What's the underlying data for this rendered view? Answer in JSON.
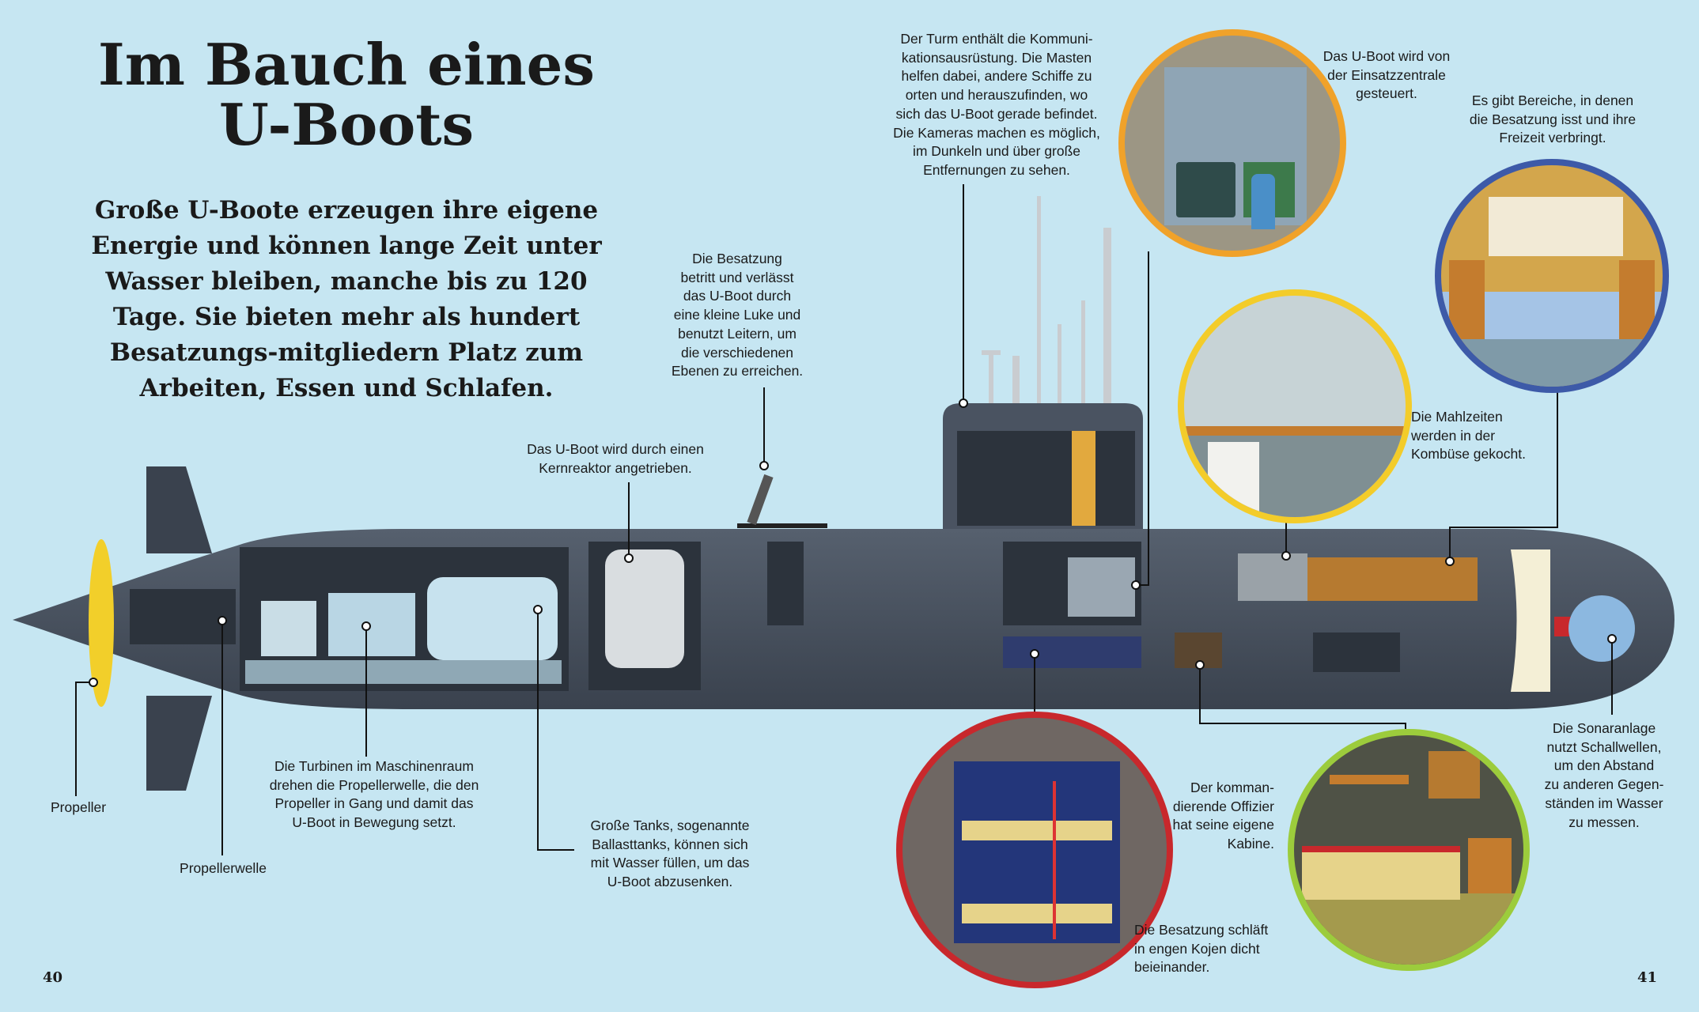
{
  "title": "Im Bauch eines U-Boots",
  "intro": "Große U-Boote erzeugen ihre eigene Energie und können lange Zeit unter Wasser bleiben, manche bis zu 120 Tage. Sie bieten mehr als hundert Besatzungs-mitgliedern Platz zum Arbeiten, Essen und Schlafen.",
  "captions": {
    "turm": "Der Turm enthält die Kommuni-\nkationsausrüstung. Die Masten\nhelfen dabei, andere Schiffe zu\norten und herauszufinden, wo\nsich das U-Boot gerade befindet.\nDie Kameras machen es möglich,\nim Dunkeln und über große\nEntfernungen zu sehen.",
    "einsatzzentrale": "Das U-Boot wird von\nder Einsatzzentrale\ngesteuert.",
    "bereiche": "Es gibt Bereiche, in denen\ndie Besatzung isst und ihre\nFreizeit verbringt.",
    "luke": "Die Besatzung\nbetritt und verlässt\ndas U-Boot durch\neine kleine Luke und\nbenutzt Leitern, um\ndie verschiedenen\nEbenen zu erreichen.",
    "kernreaktor": "Das U-Boot wird durch einen\nKernreaktor angetrieben.",
    "mahlzeiten": "Die Mahlzeiten\nwerden in der\nKombüse gekocht.",
    "propeller": "Propeller",
    "propellerwelle": "Propellerwelle",
    "turbinen": "Die Turbinen im Maschinenraum\ndrehen die Propellerwelle, die den\nPropeller in Gang und damit das\nU-Boot in Bewegung setzt.",
    "ballasttanks": "Große Tanks, sogenannte\nBallasttanks, können sich\nmit Wasser füllen, um das\nU-Boot abzusenken.",
    "sonar": "Die Sonaranlage\nnutzt Schallwellen,\num den Abstand\nzu anderen Gegen-\nständen im Wasser\nzu messen.",
    "offizier": "Der komman-\ndierende Offizier\nhat seine eigene\nKabine.",
    "kojen": "Die Besatzung schläft\nin engen Kojen dicht\nbeieinander."
  },
  "page_numbers": {
    "left": "40",
    "right": "41"
  },
  "colors": {
    "background": "#c6e6f2",
    "hull": "#454e5b",
    "propeller": "#f2cf2a",
    "control_ring": "#f0a22a",
    "galley_ring": "#f3cc2a",
    "mess_ring": "#3d5aa8",
    "bunk_ring": "#c8282c",
    "officer_ring": "#9ccc3c"
  }
}
